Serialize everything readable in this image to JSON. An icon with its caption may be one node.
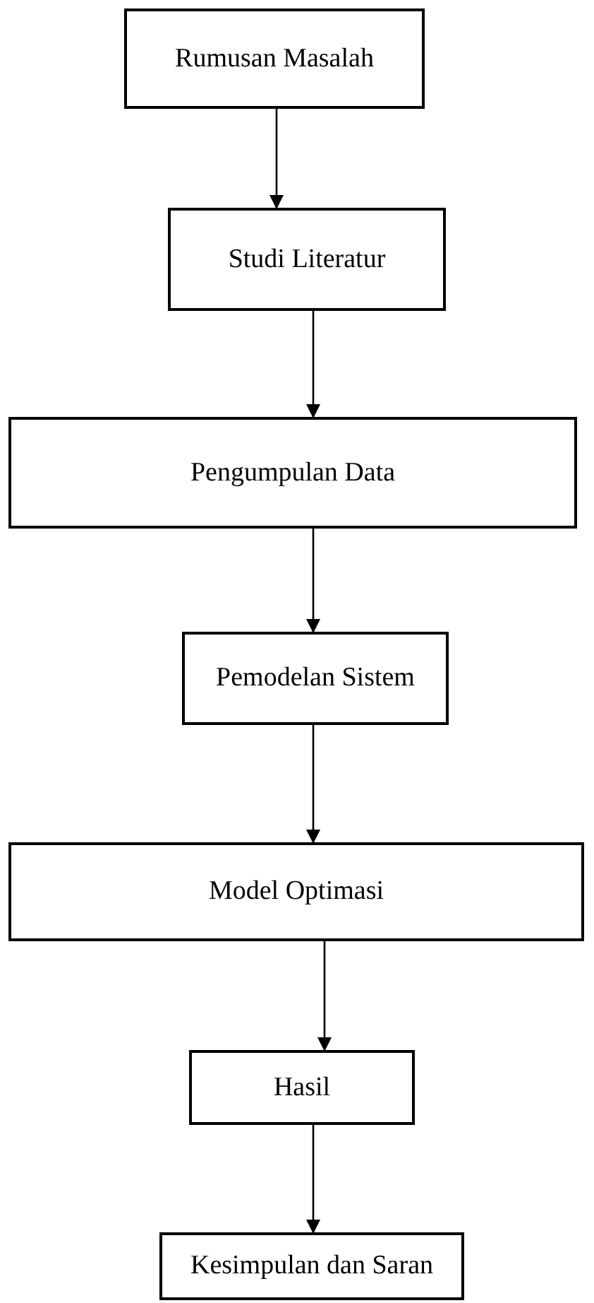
{
  "diagram": {
    "nodes": [
      {
        "text": [
          "Rumusan Masalah"
        ]
      },
      {
        "text": [
          "Studi Literatur"
        ]
      },
      {
        "text": [
          "Pengumpulan Data"
        ]
      },
      {
        "text": [
          "Pemodelan Sistem"
        ]
      },
      {
        "text": [
          "Model Optimasi"
        ]
      },
      {
        "text": [
          "Hasil"
        ]
      },
      {
        "text": [
          "Kesimpulan dan Saran"
        ]
      }
    ],
    "edges": [
      {
        "from": 0,
        "to": 1,
        "arrow": "to"
      },
      {
        "from": 1,
        "to": 2,
        "arrow": "to"
      },
      {
        "from": 2,
        "to": 3,
        "arrow": "to"
      },
      {
        "from": 3,
        "to": 4,
        "arrow": "to"
      },
      {
        "from": 4,
        "to": 5,
        "arrow": "to"
      },
      {
        "from": 5,
        "to": 6,
        "arrow": "to"
      }
    ]
  }
}
